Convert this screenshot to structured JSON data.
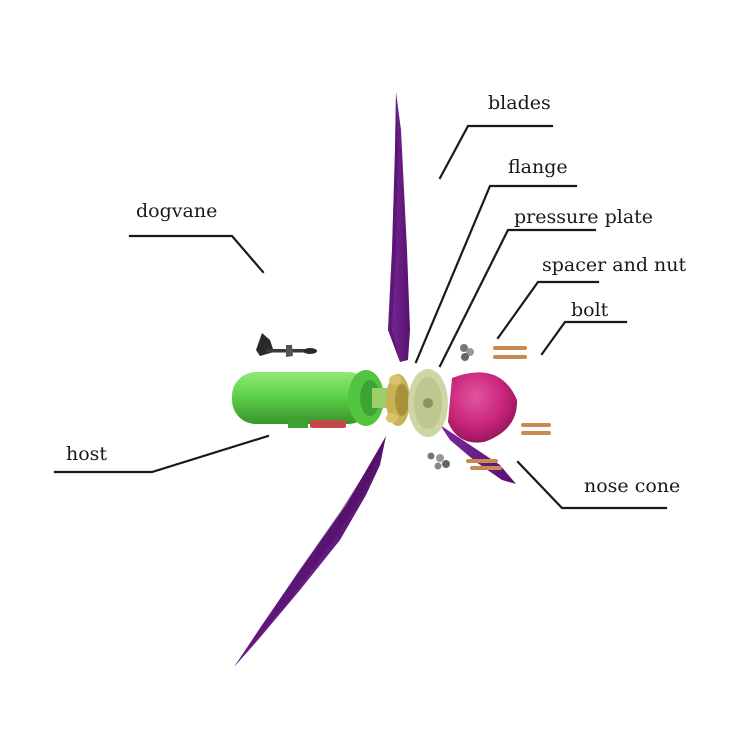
{
  "labels": {
    "blades": "blades",
    "flange": "flange",
    "pressure_plate": "pressure plate",
    "spacer_and_nut": "spacer and nut",
    "bolt": "bolt",
    "dogvane": "dogvane",
    "host": "host",
    "nose_cone": "nose cone"
  },
  "colors": {
    "blade": "#6a1a86",
    "blade_shade": "#4e0f66",
    "host_body": "#5fd24a",
    "host_shade": "#3ea332",
    "flange": "#c9b255",
    "plate": "#cfd6a6",
    "nose_cone": "#c8247a",
    "bolt": "#c98a52",
    "line": "#1a1a1a"
  }
}
